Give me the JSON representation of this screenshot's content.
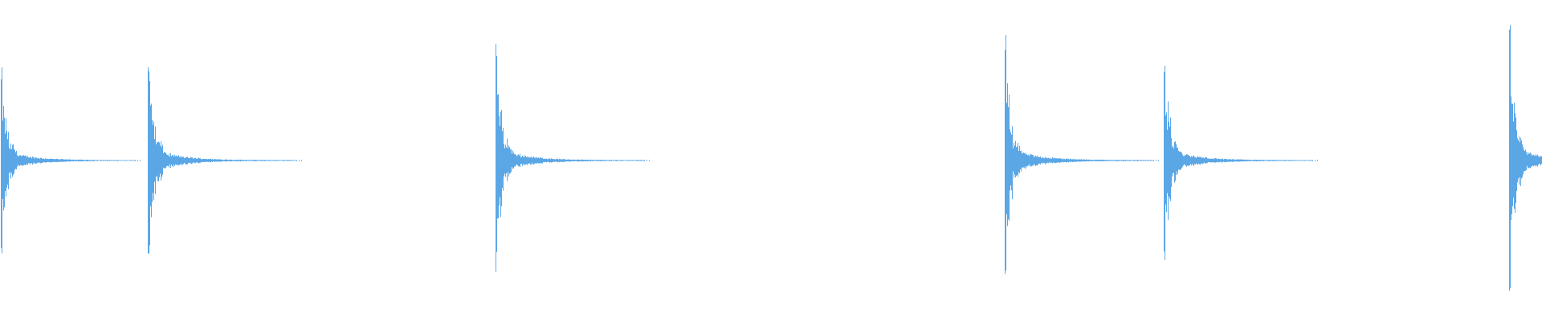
{
  "waveform": {
    "color": "#5ba7e6",
    "background": "#ffffff",
    "hits": [
      {
        "onset_fraction": 0.0,
        "peak": 0.62,
        "decay": 0.9,
        "density": 1.0
      },
      {
        "onset_fraction": 0.0955,
        "peak": 0.78,
        "decay": 1.0,
        "density": 1.0
      },
      {
        "onset_fraction": 0.321,
        "peak": 0.78,
        "decay": 1.0,
        "density": 1.0
      },
      {
        "onset_fraction": 0.651,
        "peak": 0.82,
        "decay": 1.0,
        "density": 1.0
      },
      {
        "onset_fraction": 0.754,
        "peak": 0.74,
        "decay": 1.0,
        "density": 1.0
      },
      {
        "onset_fraction": 0.978,
        "peak": 0.86,
        "decay": 1.0,
        "density": 1.0
      }
    ]
  }
}
